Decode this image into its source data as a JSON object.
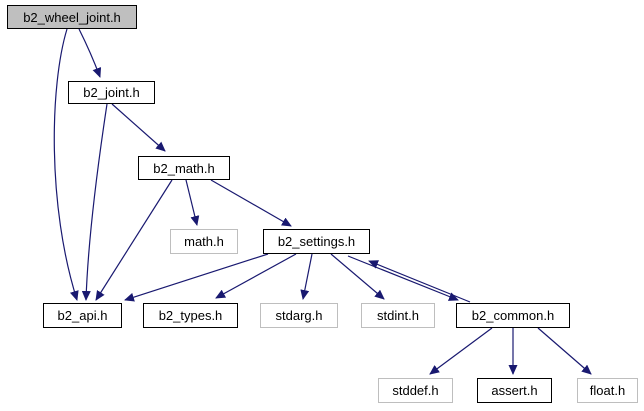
{
  "graph": {
    "type": "include-dependency-graph",
    "root": "b2_wheel_joint.h",
    "colors": {
      "edge": "#191970",
      "root_fill": "#bfbfbf",
      "node_fill": "#ffffff",
      "node_border": "#000000",
      "external_border": "#bebebe",
      "text": "#000000",
      "background": "#ffffff"
    },
    "nodes": [
      {
        "label": "b2_wheel_joint.h",
        "type": "root"
      },
      {
        "label": "b2_joint.h",
        "type": "internal"
      },
      {
        "label": "b2_math.h",
        "type": "internal"
      },
      {
        "label": "math.h",
        "type": "external"
      },
      {
        "label": "b2_settings.h",
        "type": "internal"
      },
      {
        "label": "b2_api.h",
        "type": "internal"
      },
      {
        "label": "b2_types.h",
        "type": "internal"
      },
      {
        "label": "stdarg.h",
        "type": "external"
      },
      {
        "label": "stdint.h",
        "type": "external"
      },
      {
        "label": "b2_common.h",
        "type": "internal"
      },
      {
        "label": "stddef.h",
        "type": "external"
      },
      {
        "label": "assert.h",
        "type": "internal"
      },
      {
        "label": "float.h",
        "type": "external"
      }
    ],
    "edges": [
      {
        "from": "b2_wheel_joint.h",
        "to": "b2_joint.h"
      },
      {
        "from": "b2_wheel_joint.h",
        "to": "b2_api.h"
      },
      {
        "from": "b2_joint.h",
        "to": "b2_math.h"
      },
      {
        "from": "b2_joint.h",
        "to": "b2_api.h"
      },
      {
        "from": "b2_math.h",
        "to": "math.h"
      },
      {
        "from": "b2_math.h",
        "to": "b2_settings.h"
      },
      {
        "from": "b2_math.h",
        "to": "b2_api.h"
      },
      {
        "from": "b2_settings.h",
        "to": "b2_api.h"
      },
      {
        "from": "b2_settings.h",
        "to": "b2_types.h"
      },
      {
        "from": "b2_settings.h",
        "to": "stdarg.h"
      },
      {
        "from": "b2_settings.h",
        "to": "stdint.h"
      },
      {
        "from": "b2_settings.h",
        "to": "b2_common.h"
      },
      {
        "from": "b2_common.h",
        "to": "b2_settings.h"
      },
      {
        "from": "b2_common.h",
        "to": "stddef.h"
      },
      {
        "from": "b2_common.h",
        "to": "assert.h"
      },
      {
        "from": "b2_common.h",
        "to": "float.h"
      }
    ]
  }
}
